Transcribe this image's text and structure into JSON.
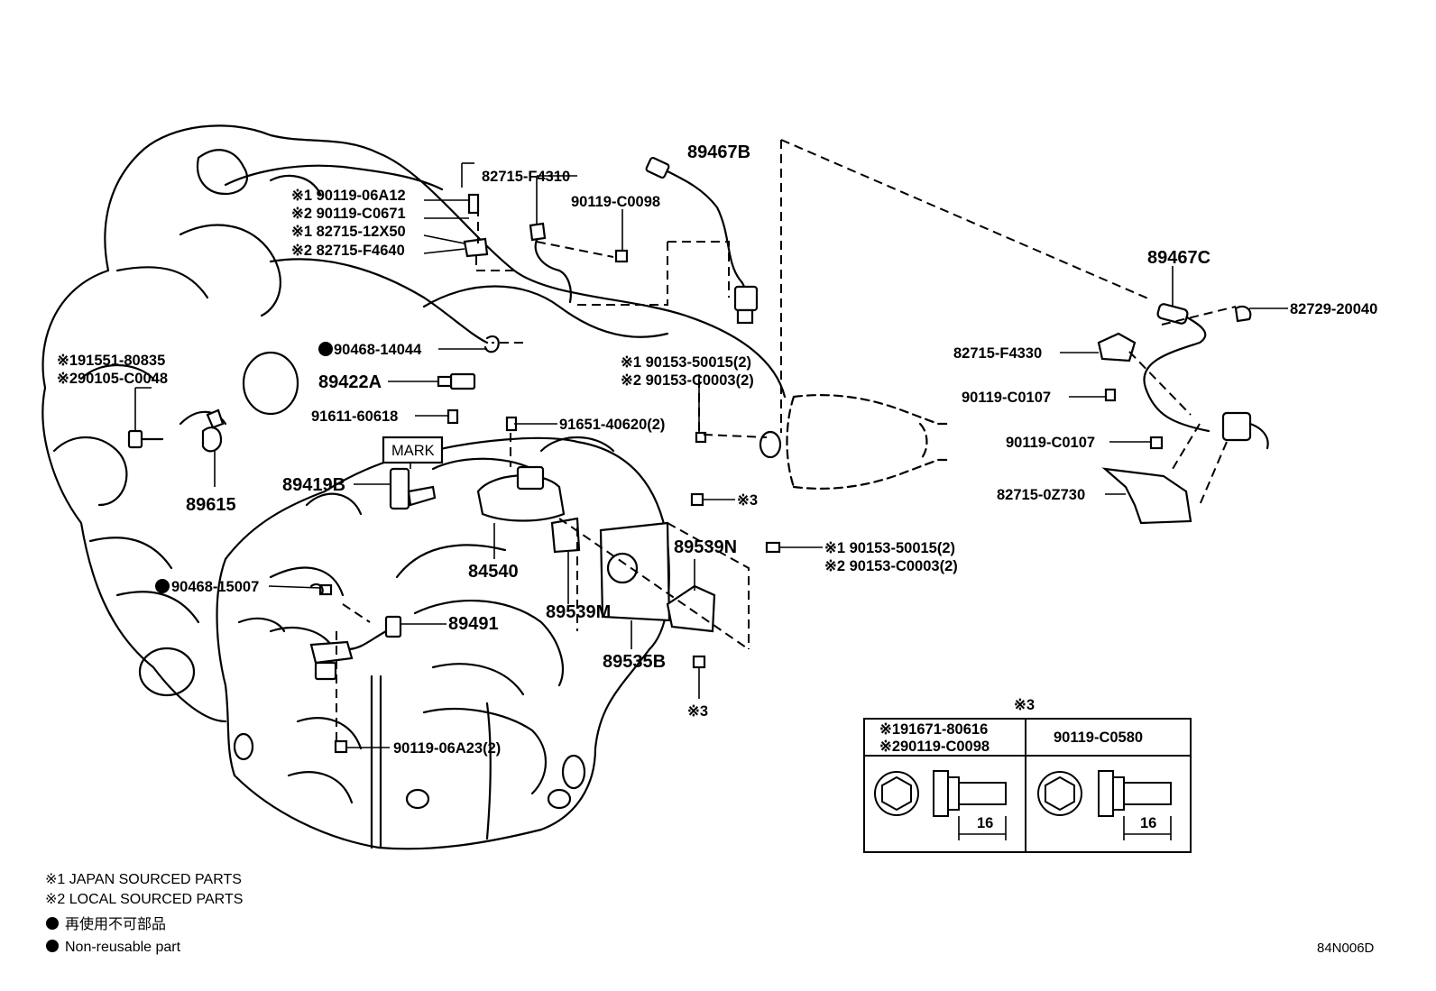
{
  "labels": {
    "p89467B": "89467B",
    "p82715_F4310": "82715-F4310",
    "p90119_C0098": "90119-C0098",
    "p90119_06A12": "※1 90119-06A12",
    "p90119_C0671": "※2 90119-C0671",
    "p82715_12X50": "※1 82715-12X50",
    "p82715_F4640": "※2 82715-F4640",
    "p90468_14044": "90468-14044",
    "p89422A": "89422A",
    "p91551_80835": "※191551-80835",
    "p90105_C0048": "※290105-C0048",
    "p91611_60618": "91611-60618",
    "p91651_40620": "91651-40620(2)",
    "p90153_50015_a": "※1 90153-50015(2)",
    "p90153_C0003_a": "※2 90153-C0003(2)",
    "mark": "MARK",
    "p89419B": "89419B",
    "p89615": "89615",
    "p84540": "84540",
    "p90468_15007": "90468-15007",
    "p89491": "89491",
    "p89539M": "89539M",
    "p89539N": "89539N",
    "p89535B": "89535B",
    "p90119_06A23": "90119-06A23(2)",
    "ref3_a": "※3",
    "ref3_b": "※3",
    "p90153_50015_b": "※1 90153-50015(2)",
    "p90153_C0003_b": "※2 90153-C0003(2)",
    "p89467C": "89467C",
    "p82729_20040": "82729-20040",
    "p82715_F4330": "82715-F4330",
    "p90119_C0107_a": "90119-C0107",
    "p90119_C0107_b": "90119-C0107",
    "p82715_0Z730": "82715-0Z730"
  },
  "bolt_table": {
    "title": "※3",
    "col1_line1": "※191671-80616",
    "col1_line2": "※290119-C0098",
    "col2": "90119-C0580",
    "dim1": "16",
    "dim2": "16"
  },
  "legend": {
    "note1": "※1 JAPAN SOURCED PARTS",
    "note2": "※2 LOCAL SOURCED PARTS",
    "note3": "再使用不可部品",
    "note4": "Non-reusable part"
  },
  "diagram_code": "84N006D"
}
